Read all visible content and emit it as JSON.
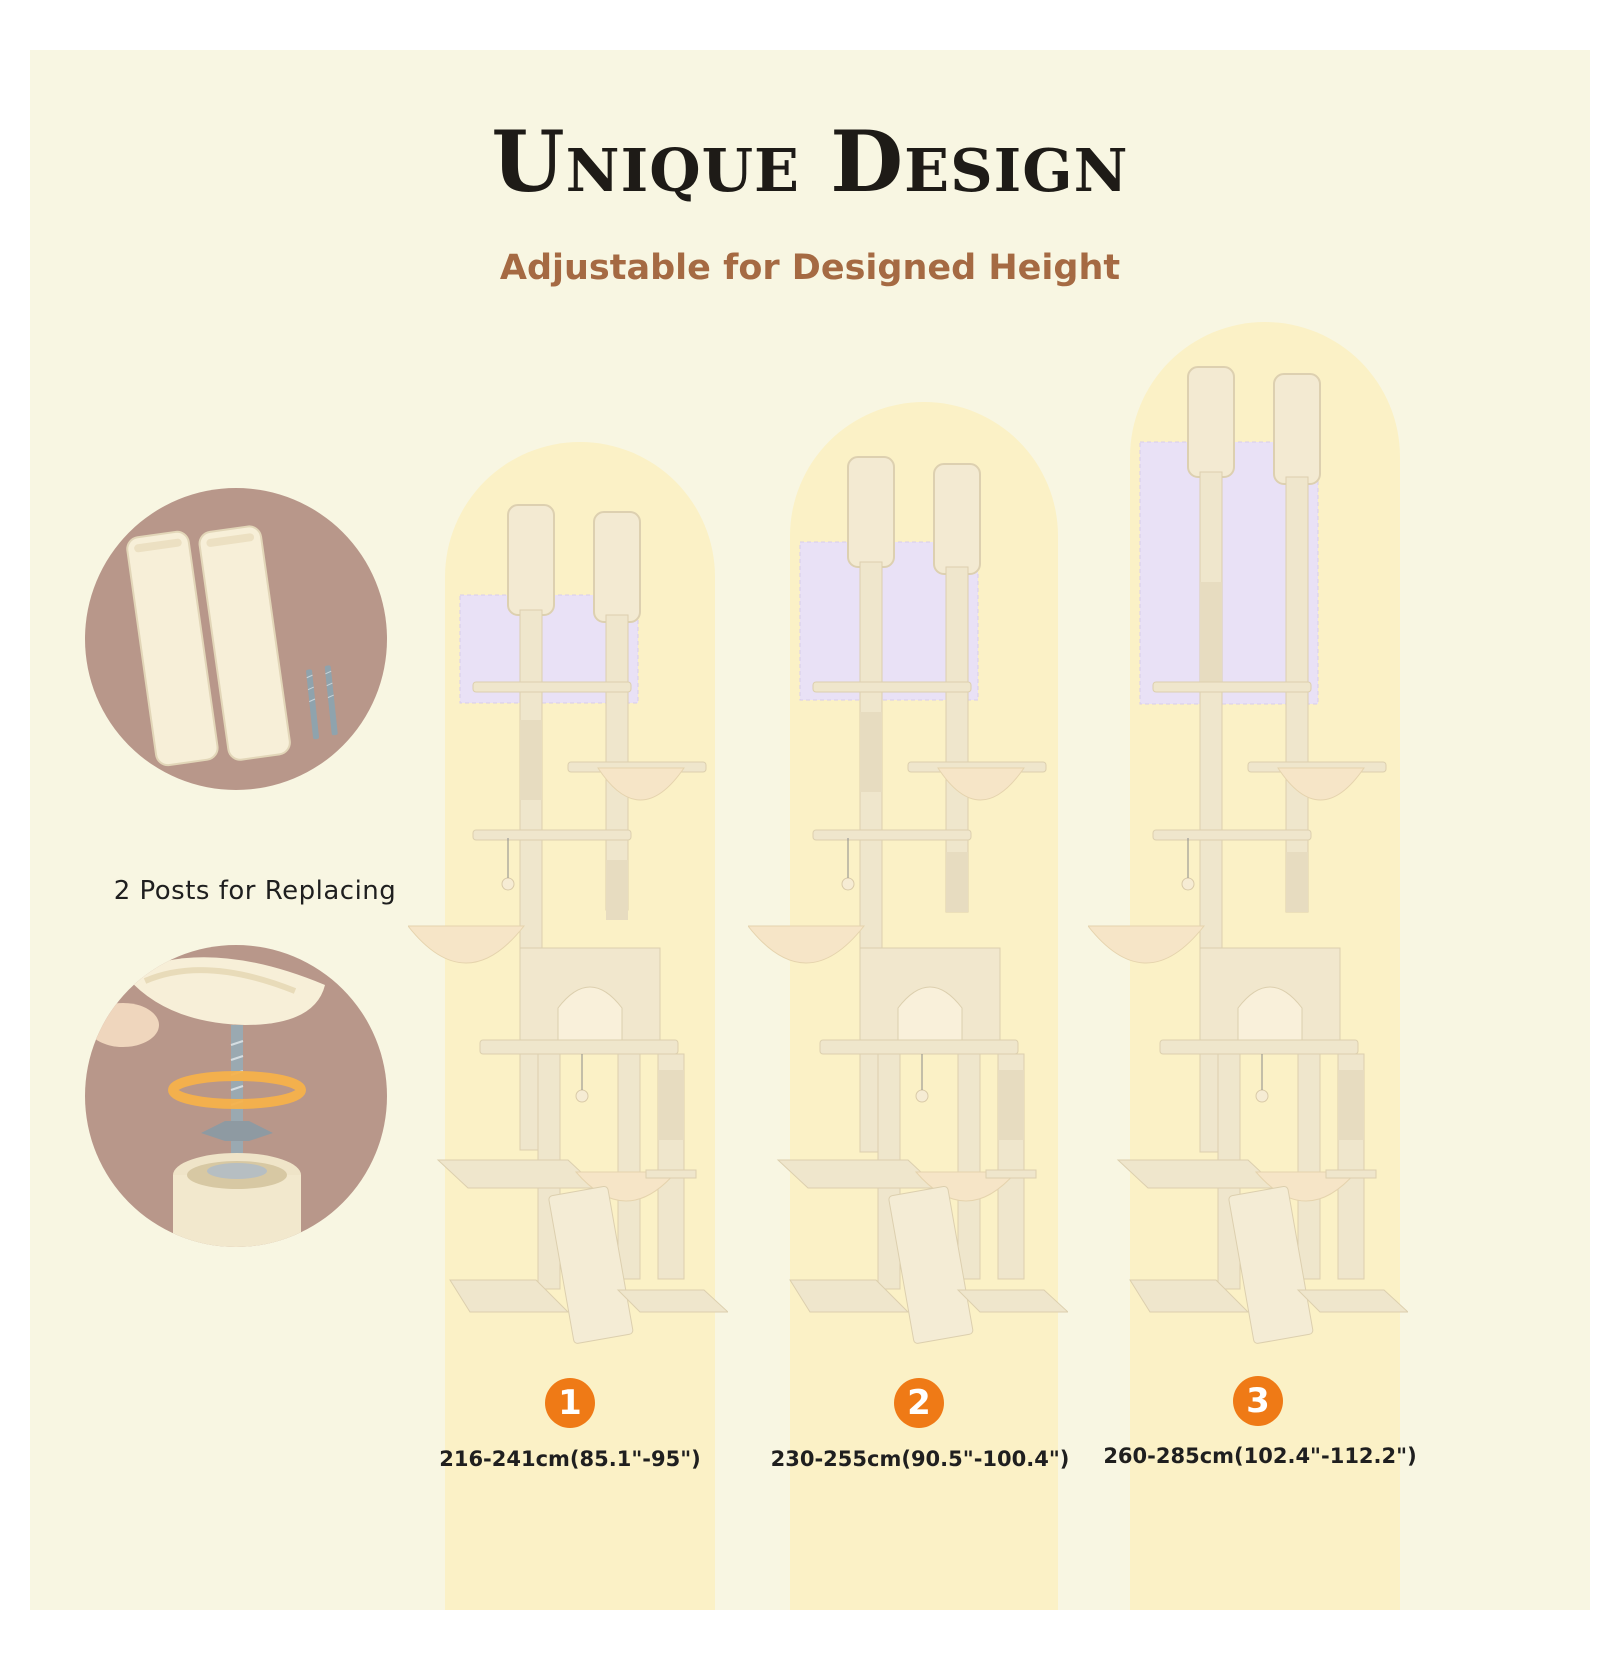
{
  "header": {
    "title": "Unique Design",
    "subtitle": "Adjustable for Designed Height"
  },
  "accessory": {
    "caption": "2 Posts for Replacing",
    "top_image_icon": "replacement-posts-icon",
    "bottom_image_icon": "wing-nut-screw-icon"
  },
  "options": [
    {
      "number": "1",
      "size": "216-241cm(85.1\"-95\")"
    },
    {
      "number": "2",
      "size": "230-255cm(90.5\"-100.4\")"
    },
    {
      "number": "3",
      "size": "260-285cm(102.4\"-112.2\")"
    }
  ],
  "colors": {
    "background": "#f8f6e2",
    "pill": "#fbf1c6",
    "circle": "#b8978a",
    "subtitle": "#a56a43",
    "badge": "#ef7a16",
    "highlight": "#e9e1f6",
    "beige": "#f3ead2"
  }
}
